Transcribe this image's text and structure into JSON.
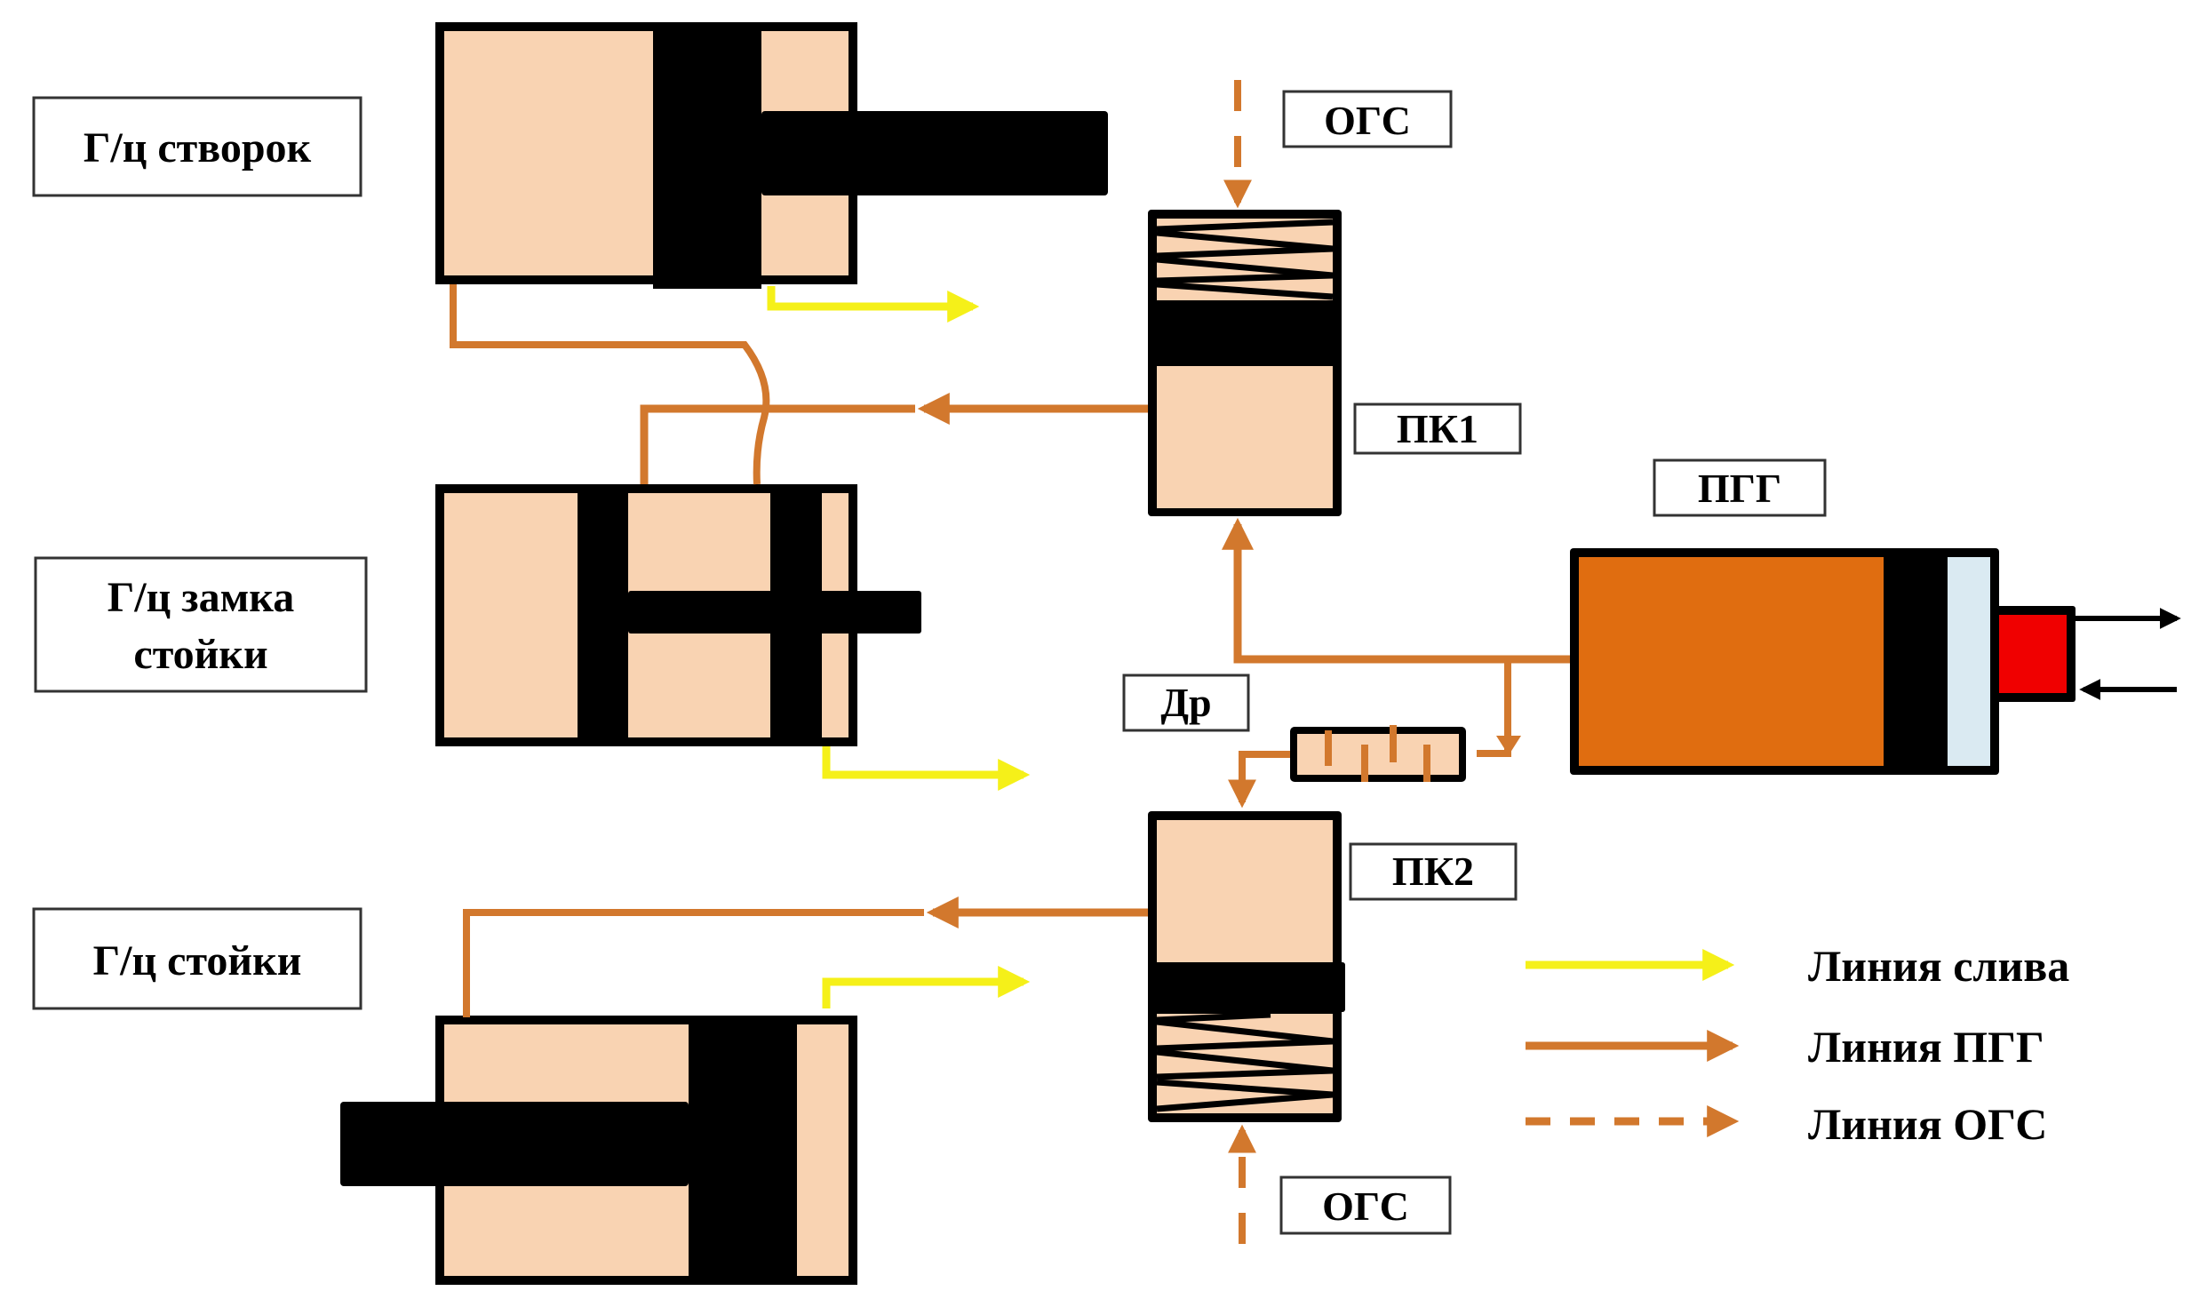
{
  "colors": {
    "chamber": "#f9d3b2",
    "body_outline": "#000000",
    "pgg_line": "#d2782d",
    "drain_line": "#f5f019",
    "pgg_charge": "#e06d10",
    "pgg_cap": "#daeaf2",
    "igniter": "#f00000"
  },
  "labels": {
    "flap_cylinder": "Г/ц створок",
    "lock_cylinder_line1": "Г/ц замка",
    "lock_cylinder_line2": "стойки",
    "strut_cylinder": "Г/ц стойки",
    "ogs_top": "ОГС",
    "ogs_bottom": "ОГС",
    "valve1": "ПК1",
    "valve2": "ПК2",
    "pgg": "ПГГ",
    "throttle": "Др"
  },
  "legend": {
    "items": [
      {
        "label": "Линия слива",
        "style": "solid",
        "color": "#f5f019"
      },
      {
        "label": "Линия ПГГ",
        "style": "solid",
        "color": "#d2782d"
      },
      {
        "label": "Линия ОГС",
        "style": "dashed",
        "color": "#d2782d"
      }
    ]
  }
}
